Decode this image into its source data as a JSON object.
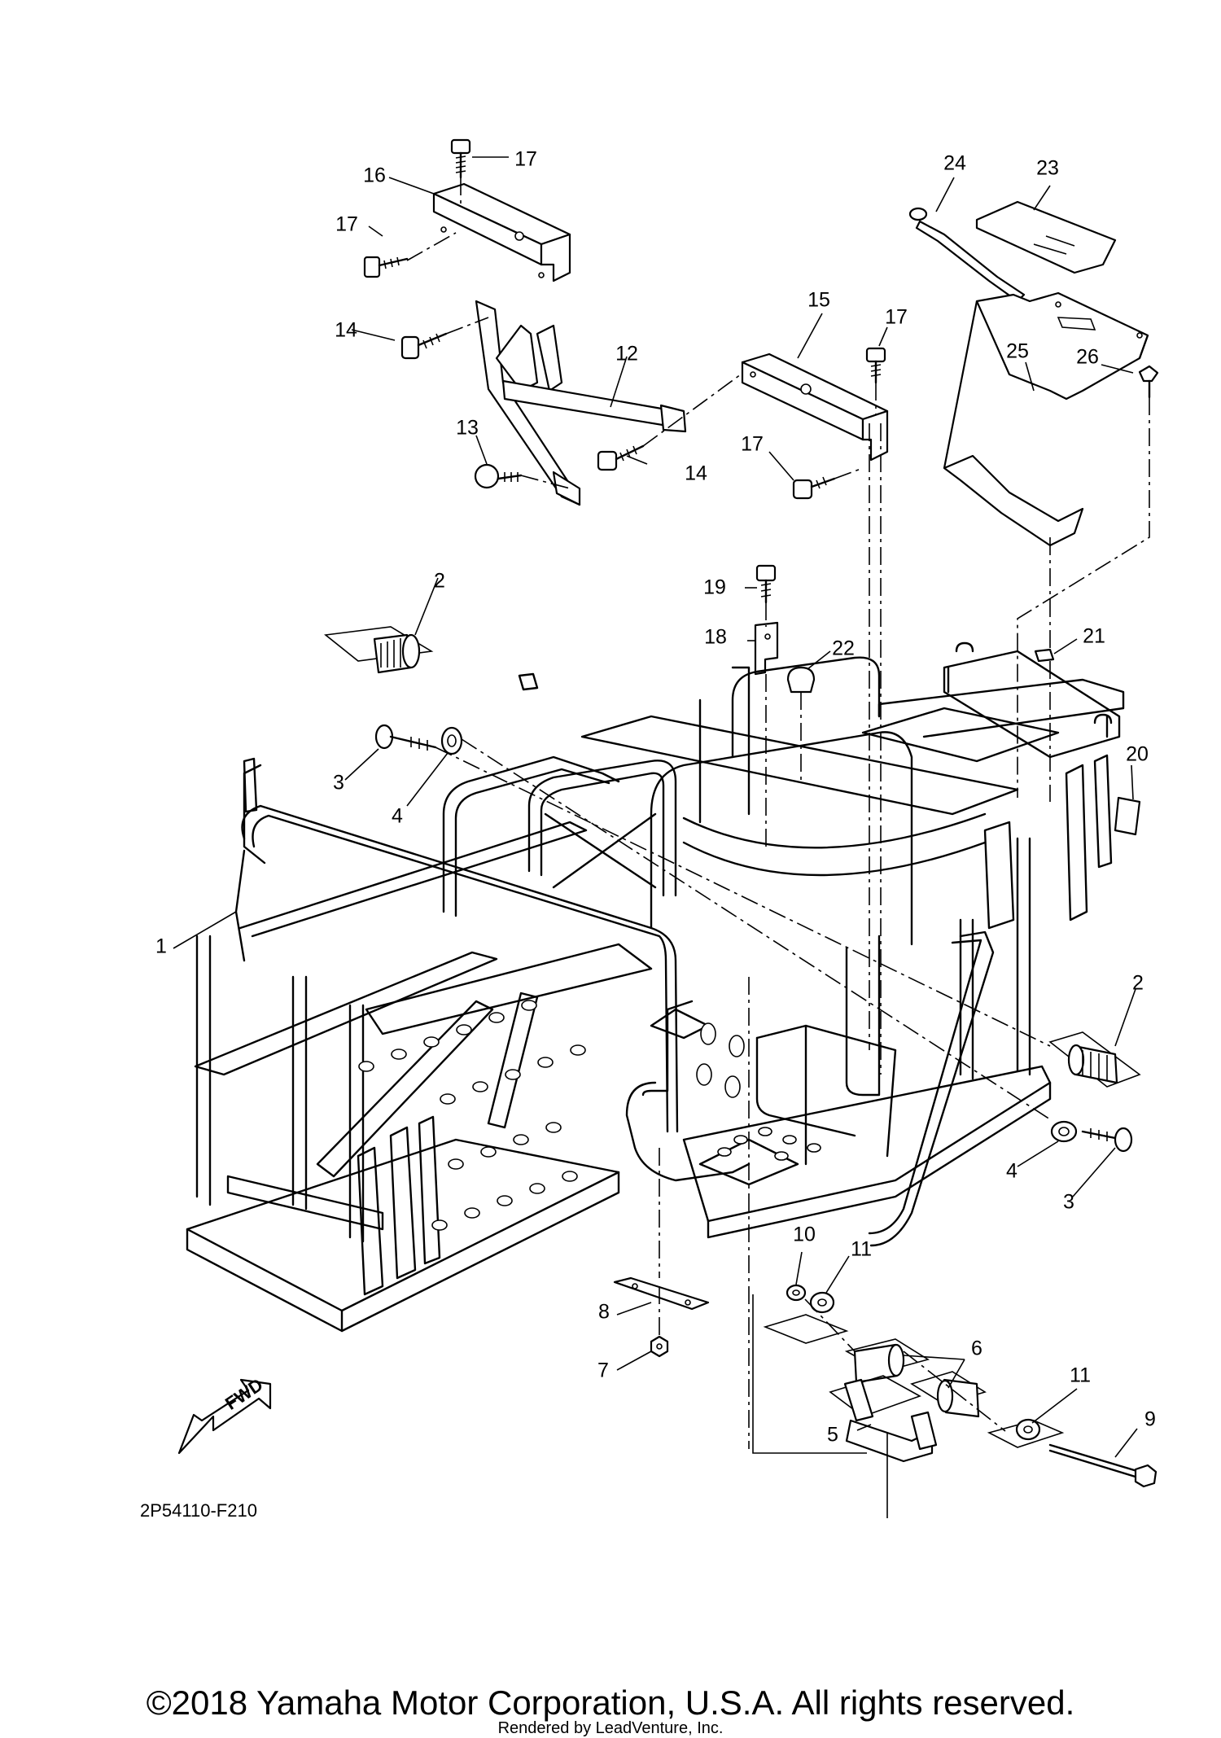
{
  "diagram": {
    "code": "2P54110-F210",
    "fwd_label": "FWD",
    "copyright": "©2018 Yamaha Motor Corporation, U.S.A. All rights reserved.",
    "rendered_by": "Rendered by LeadVenture, Inc.",
    "callouts": [
      {
        "id": "c17a",
        "text": "17"
      },
      {
        "id": "c16",
        "text": "16"
      },
      {
        "id": "c17b",
        "text": "17"
      },
      {
        "id": "c14a",
        "text": "14"
      },
      {
        "id": "c12",
        "text": "12"
      },
      {
        "id": "c13",
        "text": "13"
      },
      {
        "id": "c14b",
        "text": "14"
      },
      {
        "id": "c15",
        "text": "15"
      },
      {
        "id": "c17c",
        "text": "17"
      },
      {
        "id": "c17d",
        "text": "17"
      },
      {
        "id": "c24",
        "text": "24"
      },
      {
        "id": "c23",
        "text": "23"
      },
      {
        "id": "c25",
        "text": "25"
      },
      {
        "id": "c26",
        "text": "26"
      },
      {
        "id": "c19",
        "text": "19"
      },
      {
        "id": "c18",
        "text": "18"
      },
      {
        "id": "c22",
        "text": "22"
      },
      {
        "id": "c21",
        "text": "21"
      },
      {
        "id": "c20",
        "text": "20"
      },
      {
        "id": "c2a",
        "text": "2"
      },
      {
        "id": "c3a",
        "text": "3"
      },
      {
        "id": "c4a",
        "text": "4"
      },
      {
        "id": "c1",
        "text": "1"
      },
      {
        "id": "c2b",
        "text": "2"
      },
      {
        "id": "c4b",
        "text": "4"
      },
      {
        "id": "c3b",
        "text": "3"
      },
      {
        "id": "c10",
        "text": "10"
      },
      {
        "id": "c11a",
        "text": "11"
      },
      {
        "id": "c6",
        "text": "6"
      },
      {
        "id": "c8",
        "text": "8"
      },
      {
        "id": "c7",
        "text": "7"
      },
      {
        "id": "c5",
        "text": "5"
      },
      {
        "id": "c11b",
        "text": "11"
      },
      {
        "id": "c9",
        "text": "9"
      }
    ]
  }
}
